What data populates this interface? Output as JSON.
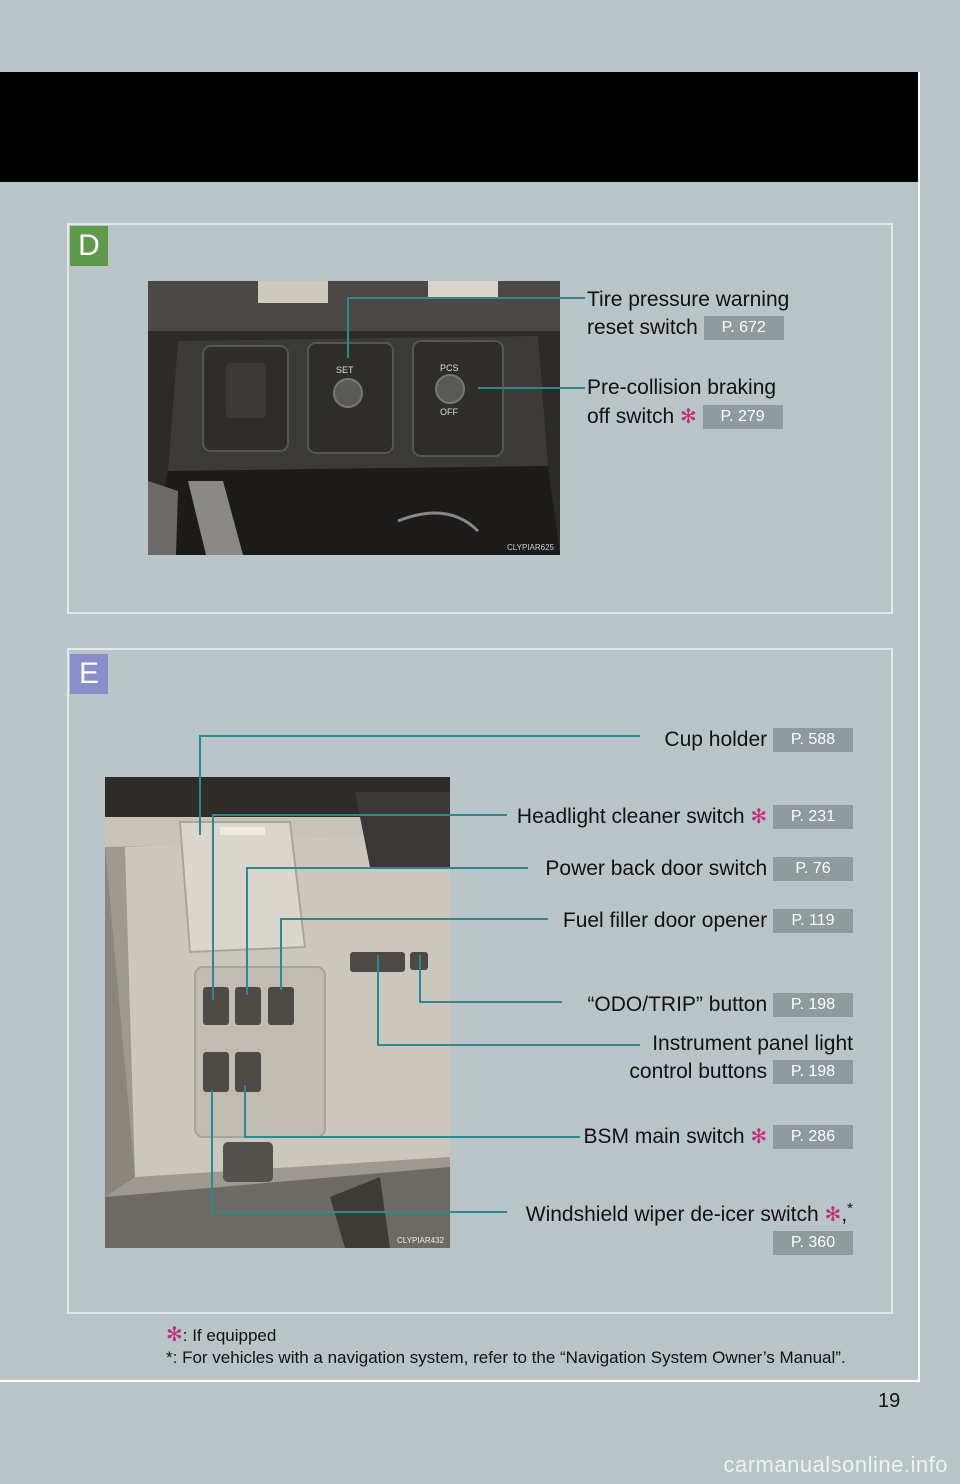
{
  "page_number": "19",
  "watermark": "carmanualsonline.info",
  "sections": {
    "D": {
      "tag": "D",
      "photo_code": "CLYPIAR625",
      "switch_left_label": "SET",
      "switch_right_label_top": "PCS",
      "switch_right_label_bottom": "OFF",
      "callouts": [
        {
          "line1": "Tire pressure warning",
          "line2": "reset switch",
          "page": "P. 672",
          "equipped": false
        },
        {
          "line1": "Pre-collision braking",
          "line2": "off switch",
          "page": "P. 279",
          "equipped": true
        }
      ]
    },
    "E": {
      "tag": "E",
      "photo_code": "CLYPIAR432",
      "callouts": [
        {
          "label": "Cup holder",
          "page": "P. 588",
          "equipped": false
        },
        {
          "label": "Headlight cleaner switch",
          "page": "P. 231",
          "equipped": true
        },
        {
          "label": "Power back door switch",
          "page": "P. 76",
          "equipped": false
        },
        {
          "label": "Fuel filler door opener",
          "page": "P. 119",
          "equipped": false
        },
        {
          "label": "“ODO/TRIP” button",
          "page": "P. 198",
          "equipped": false
        },
        {
          "line1": "Instrument panel light",
          "line2": "control buttons",
          "page": "P. 198",
          "equipped": false
        },
        {
          "label": "BSM main switch",
          "page": "P. 286",
          "equipped": true
        },
        {
          "label": "Windshield wiper de-icer switch",
          "suffix": ",",
          "page": "P. 360",
          "equipped": true,
          "nav": true
        }
      ]
    }
  },
  "footnotes": {
    "equipped_symbol": "✻",
    "equipped_text": ": If equipped",
    "nav_symbol": "*",
    "nav_text": ": For vehicles with a navigation system, refer to the “Navigation System Owner’s Manual”."
  },
  "colors": {
    "background": "#b9c5c7",
    "leader_line": "#2a8a94",
    "page_box": "#8f9b9d",
    "tag_D": "#5f9a4a",
    "tag_E": "#8a8fcb",
    "equipped_mark": "#c0307a"
  }
}
